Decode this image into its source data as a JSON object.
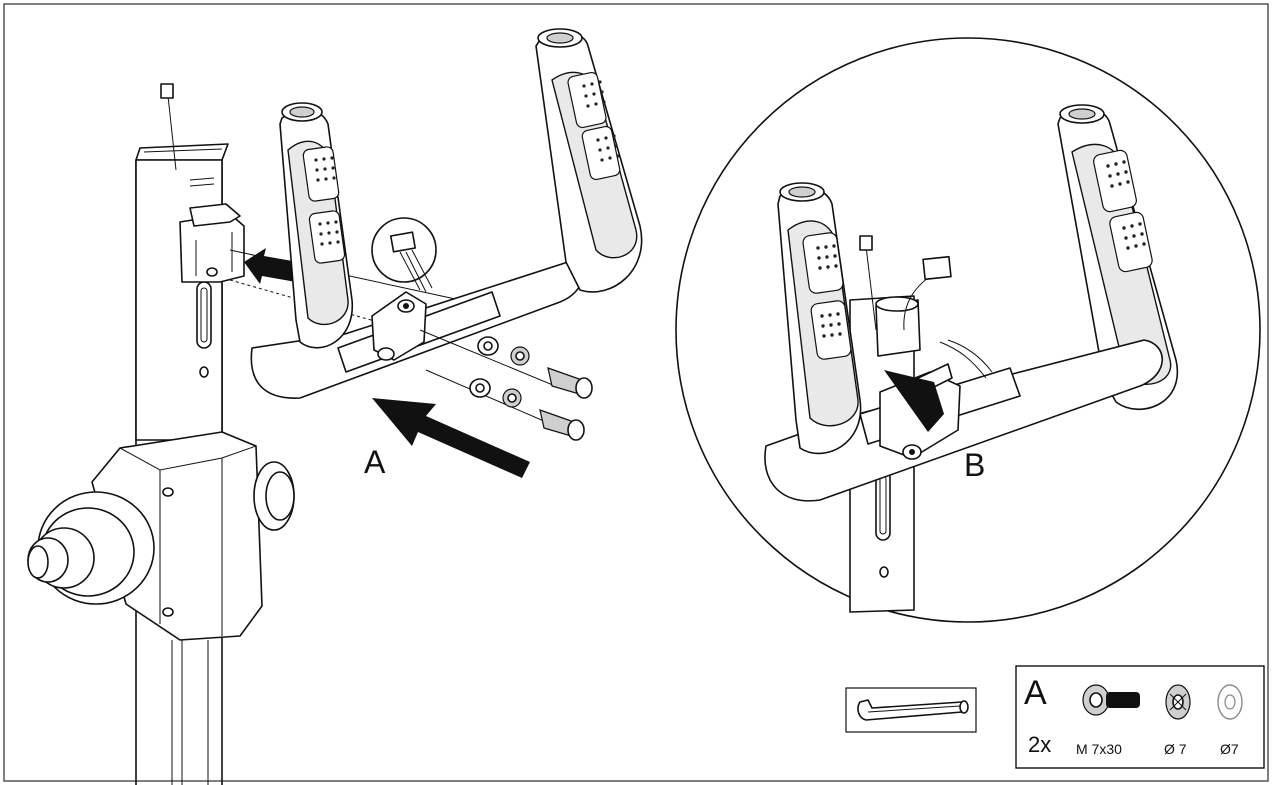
{
  "labels": {
    "step_a": "A",
    "step_b": "B"
  },
  "parts_box": {
    "letter": "A",
    "quantity": "2x",
    "bolt_spec": "M 7x30",
    "spring_washer_spec": "Ø 7",
    "flat_washer_spec": "Ø7"
  },
  "icons": {
    "tool": "allen-key-icon",
    "bolt": "hex-bolt-icon",
    "spring_washer": "spring-washer-icon",
    "flat_washer": "flat-washer-icon"
  },
  "colors": {
    "line": "#111111",
    "background": "#ffffff"
  }
}
